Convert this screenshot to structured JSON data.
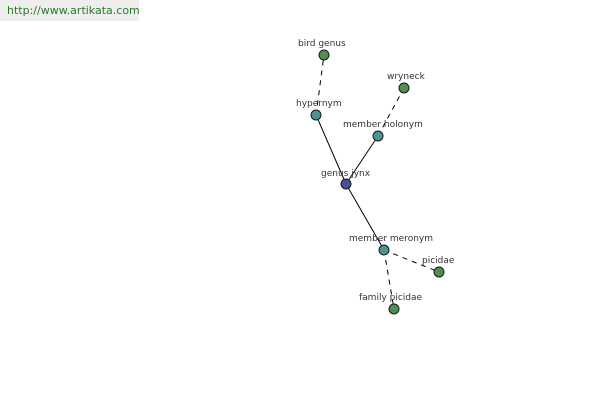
{
  "watermark": {
    "url": "http://www.artikata.com"
  },
  "colors": {
    "center": "#4a4f96",
    "relation": "#4f9294",
    "leaf": "#4f8f4f"
  },
  "graph": {
    "nodes": [
      {
        "id": "genus_jynx",
        "label": "genus jynx",
        "kind": "center"
      },
      {
        "id": "hypernym",
        "label": "hypernym",
        "kind": "relation"
      },
      {
        "id": "bird_genus",
        "label": "bird genus",
        "kind": "leaf"
      },
      {
        "id": "member_holonym",
        "label": "member holonym",
        "kind": "relation"
      },
      {
        "id": "wryneck",
        "label": "wryneck",
        "kind": "leaf"
      },
      {
        "id": "member_meronym",
        "label": "member meronym",
        "kind": "relation"
      },
      {
        "id": "picidae",
        "label": "picidae",
        "kind": "leaf"
      },
      {
        "id": "family_picidae",
        "label": "family picidae",
        "kind": "leaf"
      }
    ],
    "edges": [
      {
        "from": "genus_jynx",
        "to": "hypernym",
        "style": "solid"
      },
      {
        "from": "genus_jynx",
        "to": "member_holonym",
        "style": "solid"
      },
      {
        "from": "genus_jynx",
        "to": "member_meronym",
        "style": "solid"
      },
      {
        "from": "hypernym",
        "to": "bird_genus",
        "style": "dashed"
      },
      {
        "from": "member_holonym",
        "to": "wryneck",
        "style": "dashed"
      },
      {
        "from": "member_meronym",
        "to": "picidae",
        "style": "dashed"
      },
      {
        "from": "member_meronym",
        "to": "family_picidae",
        "style": "dashed"
      }
    ]
  }
}
